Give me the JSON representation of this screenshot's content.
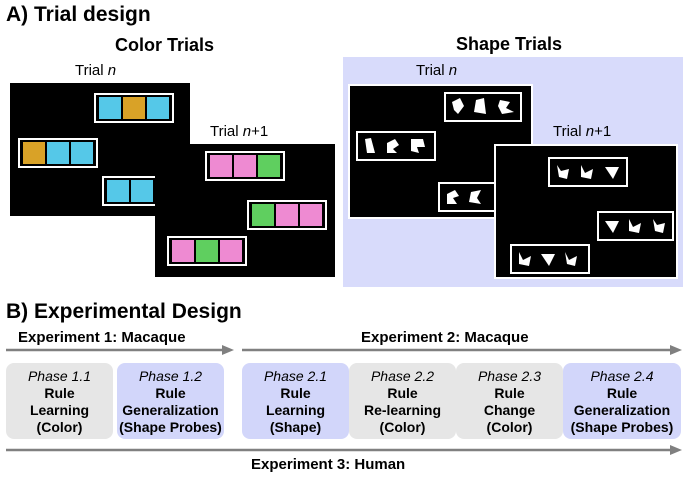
{
  "panel_a": {
    "title": "A) Trial design",
    "color_title": "Color Trials",
    "shape_title": "Shape Trials",
    "trial_n_prefix": "Trial ",
    "trial_n_var": "n",
    "trial_n1_prefix": "Trial ",
    "trial_n1_var": "n",
    "trial_n1_suffix": "+1",
    "colors": {
      "cyan": "#55c8e8",
      "gold": "#d9a227",
      "pink": "#ee8ad2",
      "green": "#5fcf5f",
      "shape_bg": "#d8dbfb"
    }
  },
  "panel_b": {
    "title": "B) Experimental Design",
    "exp1": "Experiment 1: Macaque",
    "exp2": "Experiment 2: Macaque",
    "exp3": "Experiment 3: Human",
    "phases": [
      {
        "phase": "Phase 1.1",
        "l1": "Rule",
        "l2": "Learning",
        "l3": "(Color)"
      },
      {
        "phase": "Phase 1.2",
        "l1": "Rule",
        "l2": "Generalization",
        "l3": "(Shape Probes)"
      },
      {
        "phase": "Phase 2.1",
        "l1": "Rule",
        "l2": "Learning",
        "l3": "(Shape)"
      },
      {
        "phase": "Phase 2.2",
        "l1": "Rule",
        "l2": "Re-learning",
        "l3": "(Color)"
      },
      {
        "phase": "Phase 2.3",
        "l1": "Rule",
        "l2": "Change",
        "l3": "(Color)"
      },
      {
        "phase": "Phase 2.4",
        "l1": "Rule",
        "l2": "Generalization",
        "l3": "(Shape Probes)"
      }
    ]
  }
}
